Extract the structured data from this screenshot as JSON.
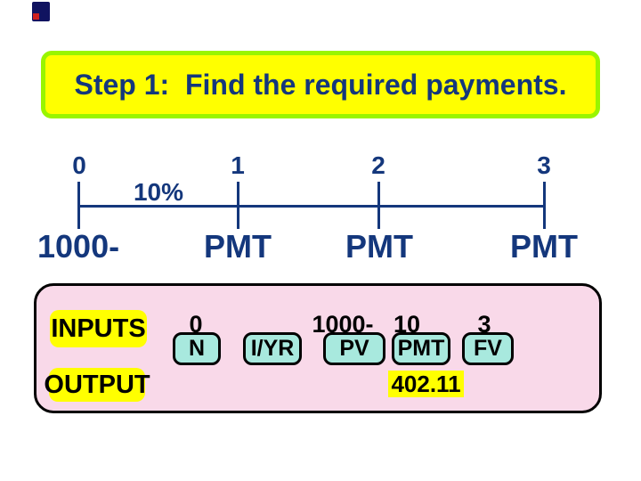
{
  "banner": {
    "title": "Step 1:  Find the required payments."
  },
  "timeline": {
    "periods": [
      "0",
      "1",
      "2",
      "3"
    ],
    "rate_label": "10%",
    "cashflows": [
      "1000-",
      "PMT",
      "PMT",
      "PMT"
    ]
  },
  "calculator": {
    "inputs_label": "INPUTS",
    "output_label": "OUTPUT",
    "keys": [
      {
        "label": "N",
        "value": "0"
      },
      {
        "label": "I/YR",
        "value": ""
      },
      {
        "label": "PV",
        "value": "1000-"
      },
      {
        "label": "PMT",
        "value": "10"
      },
      {
        "label": "FV",
        "value": "3"
      }
    ],
    "output_value": "402.11"
  },
  "icons": {
    "corner_logo": "monitor-logo-icon"
  },
  "colors": {
    "banner_fill": "#ffff00",
    "banner_border": "#99f500",
    "text_navy": "#14377c",
    "panel_pink": "#f9d9e9",
    "key_teal": "#a8e9de",
    "highlight_yellow": "#ffff00",
    "text_black": "#000000"
  }
}
